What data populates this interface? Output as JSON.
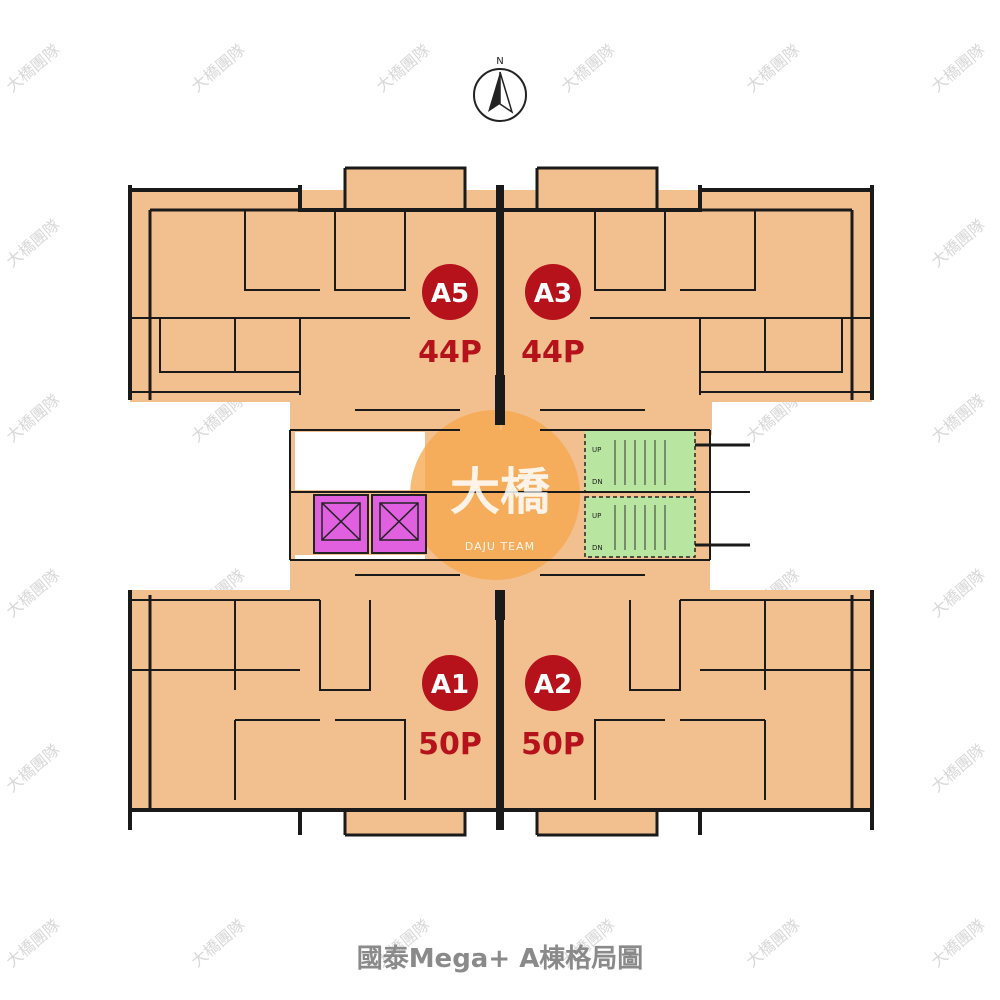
{
  "compass": {
    "label": "N"
  },
  "units": [
    {
      "id": "A5",
      "size": "44P"
    },
    {
      "id": "A3",
      "size": "44P"
    },
    {
      "id": "A1",
      "size": "50P"
    },
    {
      "id": "A2",
      "size": "50P"
    }
  ],
  "stairs": {
    "up": "UP",
    "down": "DN"
  },
  "logo": {
    "text": "大橋",
    "sub": "DAJU TEAM"
  },
  "watermark": "大橋團隊",
  "caption": "國泰Mega+ A棟格局圖",
  "colors": {
    "floor": "#f2c08f",
    "wall": "#1a1a1a",
    "badge": "#b5121b",
    "elevator": "#e060e0",
    "stair": "#b8e6a0",
    "logo": "#f5a54a"
  }
}
